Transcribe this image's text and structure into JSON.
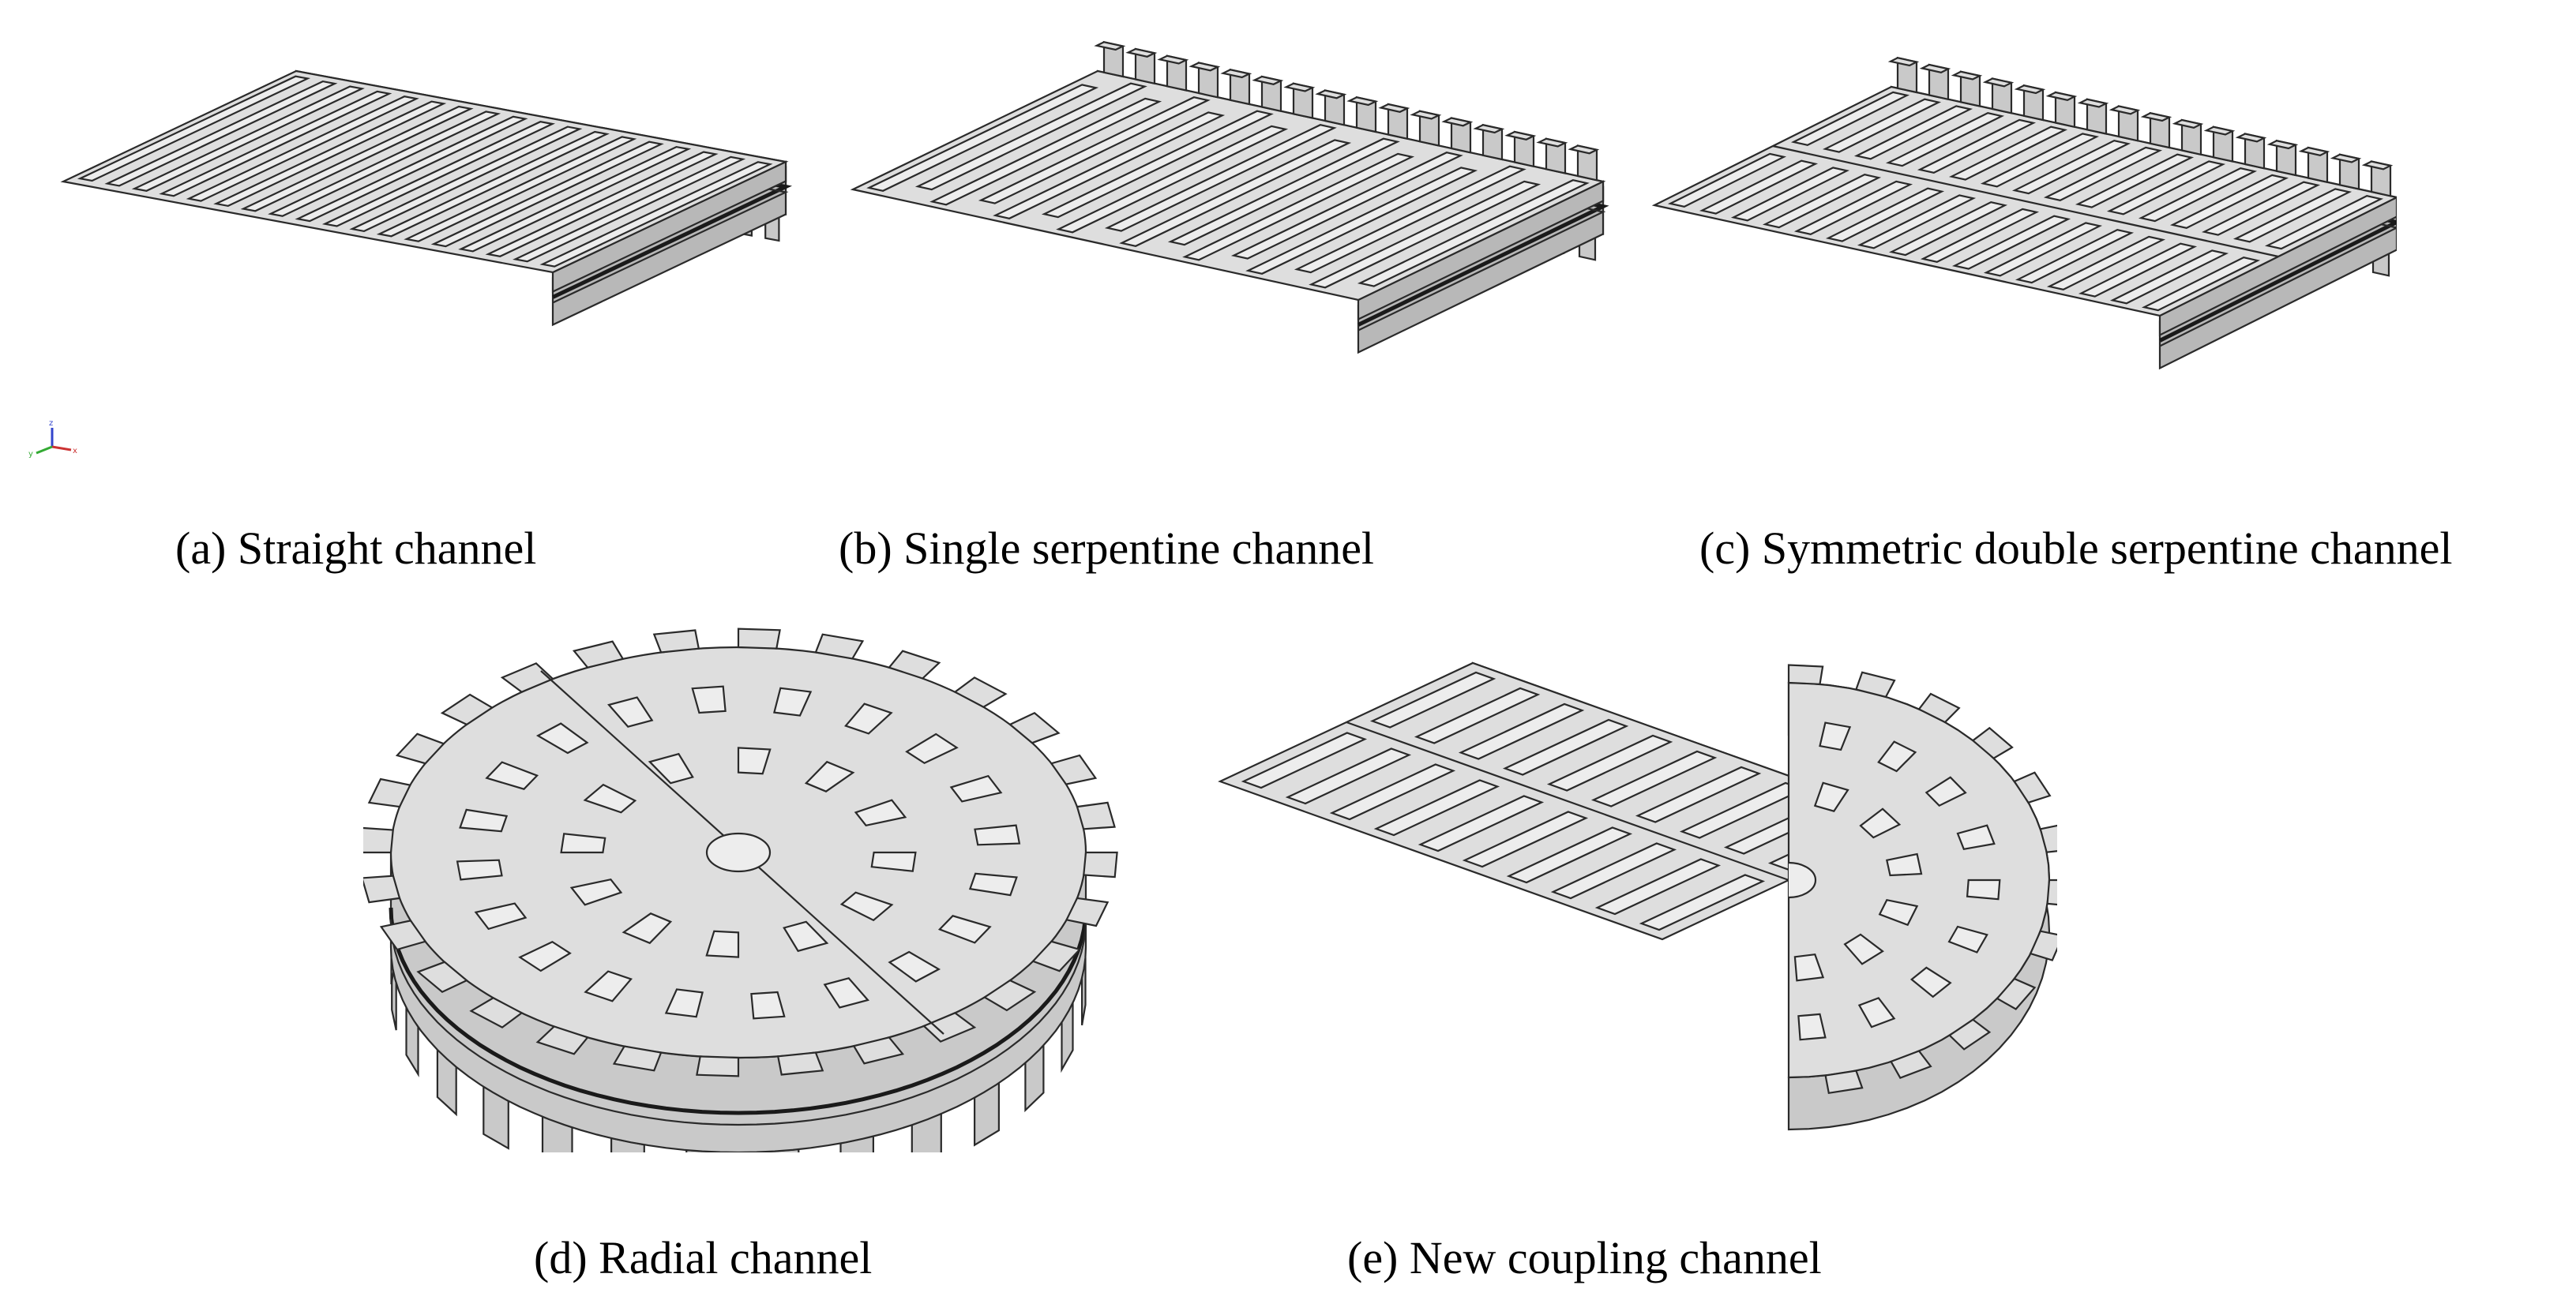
{
  "figure": {
    "panels": [
      {
        "id": "a",
        "caption": "(a) Straight channel",
        "shape": "square",
        "pattern": "straight"
      },
      {
        "id": "b",
        "caption": "(b) Single serpentine channel",
        "shape": "square",
        "pattern": "single-serpentine"
      },
      {
        "id": "c",
        "caption": "(c) Symmetric double serpentine channel",
        "shape": "square",
        "pattern": "double-serpentine"
      },
      {
        "id": "d",
        "caption": "(d) Radial channel",
        "shape": "disc",
        "pattern": "radial"
      },
      {
        "id": "e",
        "caption": "(e) New coupling channel",
        "shape": "half-square-half-disc",
        "pattern": "coupling"
      }
    ],
    "axis_triad_icon": "xyz-axis-triad-icon",
    "colors": {
      "surface": "#dedede",
      "side": "#c9c9c9",
      "edge": "#2a2a2a"
    }
  }
}
